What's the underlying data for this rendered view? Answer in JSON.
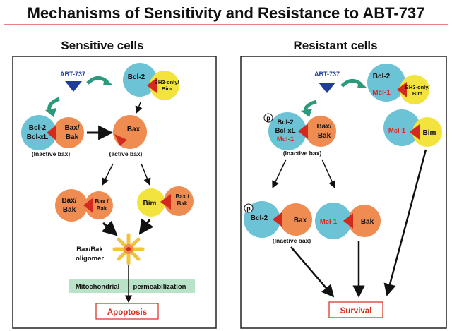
{
  "title": "Mechanisms of Sensitivity and Resistance to ABT-737",
  "colors": {
    "title_rule": "#e05a5a",
    "teal": "#6cc3d6",
    "orange": "#ee8c52",
    "yellow": "#f2e43c",
    "red_wedge": "#d42a1e",
    "drug_blue": "#1f3e9a",
    "green_arrow": "#2a9a7a",
    "mito_band": "#b9e3c9",
    "red_text": "#d62a1c",
    "blue_text": "#1f3e9a"
  },
  "sensitive": {
    "heading": "Sensitive cells",
    "drug": "ABT-737",
    "bcl2": "Bcl-2",
    "bh3": [
      "BH3-only/",
      "Bim"
    ],
    "complex_left": [
      "Bcl-2",
      "Bcl-xL"
    ],
    "bax_bak": [
      "Bax/",
      "Bak"
    ],
    "inactive": "(Inactive bax)",
    "bax": "Bax",
    "active": "(active bax)",
    "pair_left": [
      "Bax/",
      "Bak"
    ],
    "pair_left_small": [
      "Bax /",
      "Bak"
    ],
    "bim": "Bim",
    "pair_right_small": [
      "Bax /",
      "Bak"
    ],
    "oligomer": [
      "Bax/Bak",
      "oligomer"
    ],
    "mito_left": "Mitochondrial",
    "mito_right": "permeabilization",
    "outcome": "Apoptosis"
  },
  "resistant": {
    "heading": "Resistant cells",
    "drug": "ABT-737",
    "top_complex": [
      "Bcl-2",
      "Mcl-1"
    ],
    "bh3": [
      "BH3-only/",
      "Bim"
    ],
    "p": "p",
    "complex_left": [
      "Bcl-2",
      "Bcl-xL",
      "Mcl-1"
    ],
    "bax_bak": [
      "Bax/",
      "Bak"
    ],
    "inactive": "(Inactive bax)",
    "mcl1_right": "Mcl-1",
    "bim_right": "Bim",
    "bcl2_bottom": "Bcl-2",
    "bax_bottom": "Bax",
    "inactive_bottom": "(Inactive bax)",
    "mcl1_bottom": "Mcl-1",
    "bak_bottom": "Bak",
    "outcome": "Survival"
  }
}
